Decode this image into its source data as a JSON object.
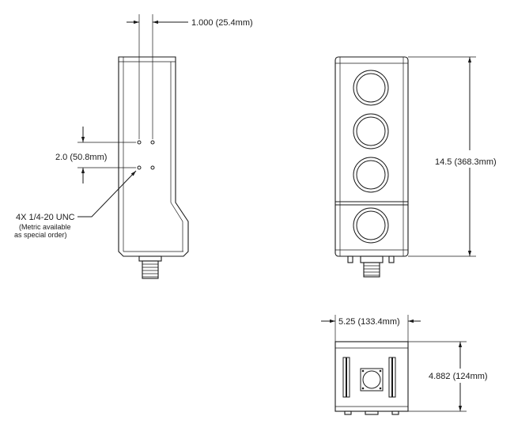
{
  "dimensions": {
    "hole_spacing_horizontal": "1.000 (25.4mm)",
    "hole_spacing_vertical": "2.0 (50.8mm)",
    "height": "14.5 (368.3mm)",
    "width": "5.25 (133.4mm)",
    "depth": "4.882 (124mm)"
  },
  "callout": {
    "line1": "4X 1/4-20 UNC",
    "line2": "(Metric available",
    "line3": "as special order)"
  }
}
